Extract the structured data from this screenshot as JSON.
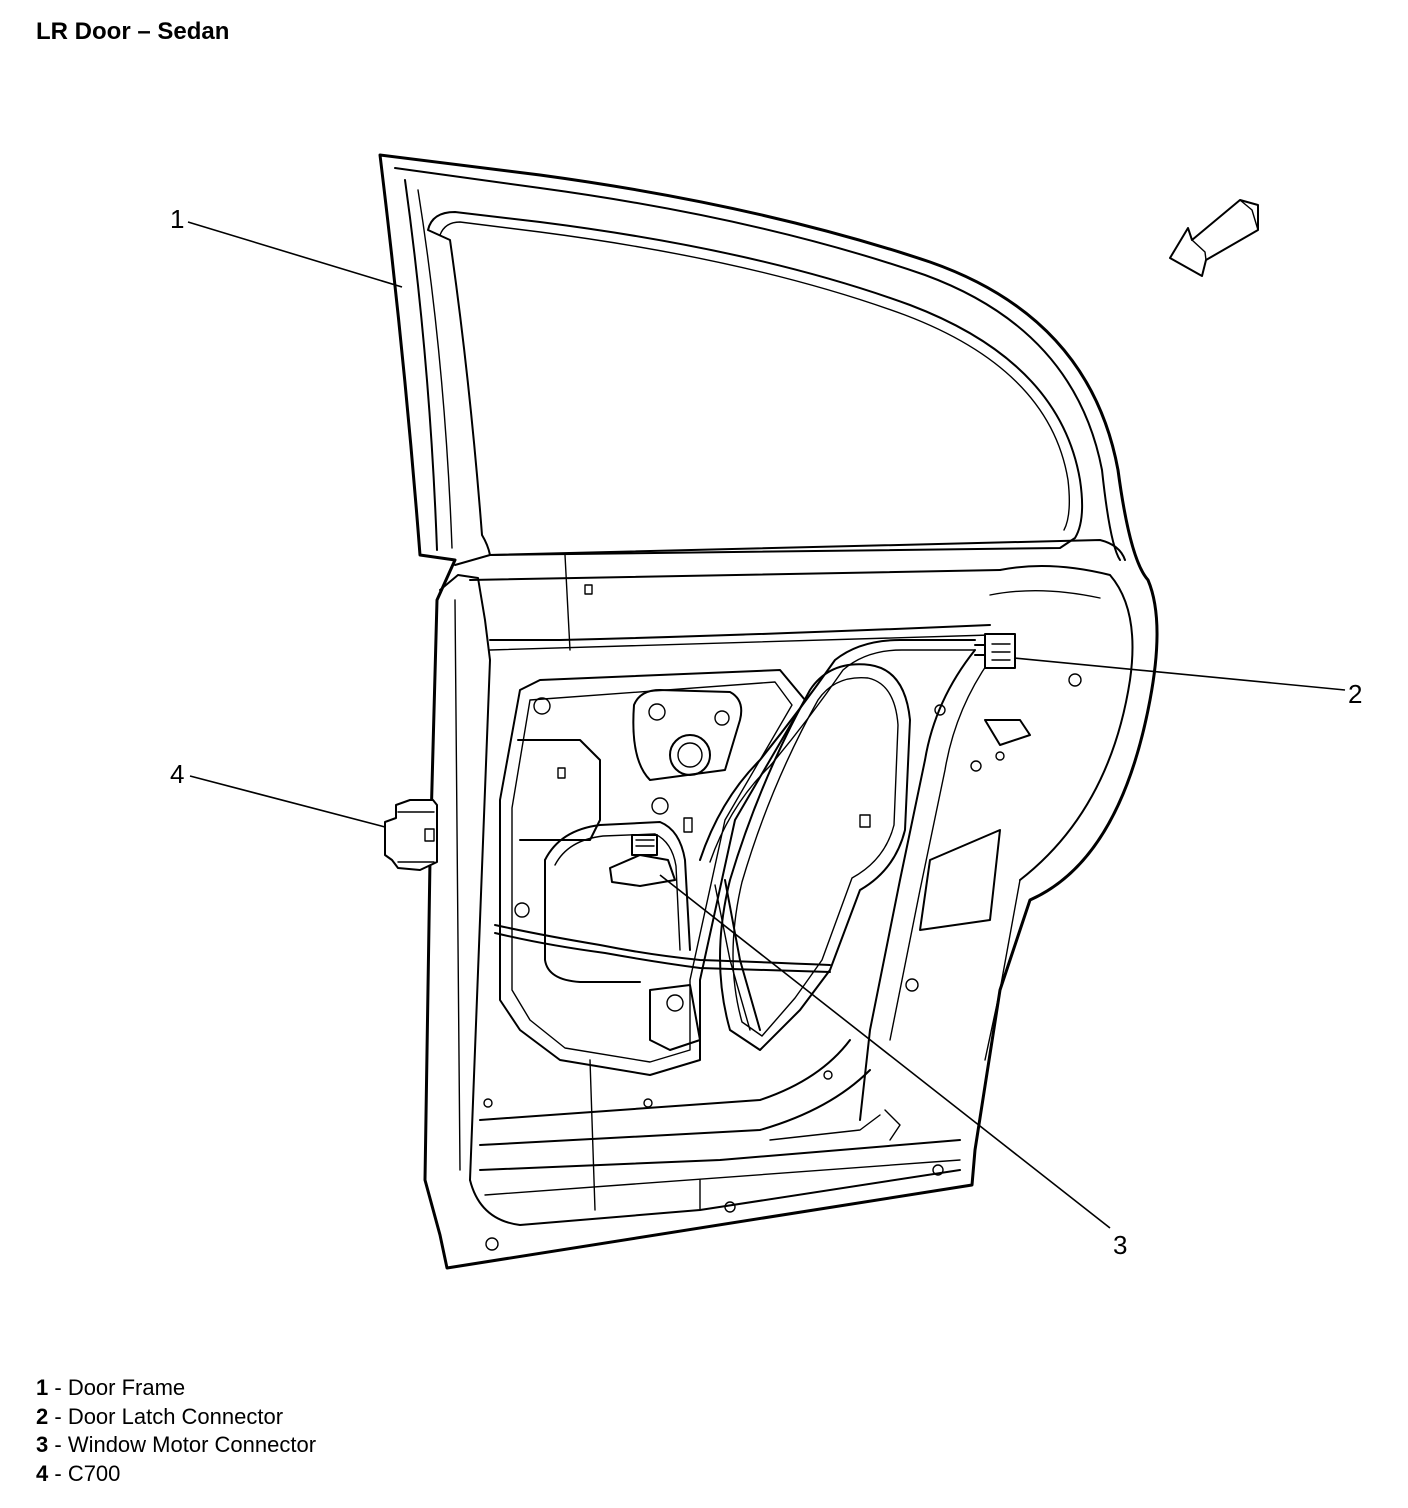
{
  "title": "LR Door – Sedan",
  "callouts": [
    {
      "number": "1",
      "label": "Door Frame"
    },
    {
      "number": "2",
      "label": "Door Latch Connector"
    },
    {
      "number": "3",
      "label": "Window Motor Connector"
    },
    {
      "number": "4",
      "label": "C700"
    }
  ],
  "legend_separator": " - ",
  "icons": {
    "direction_arrow": "front-direction-arrow-icon"
  },
  "colors": {
    "line": "#000000",
    "background": "#ffffff"
  }
}
